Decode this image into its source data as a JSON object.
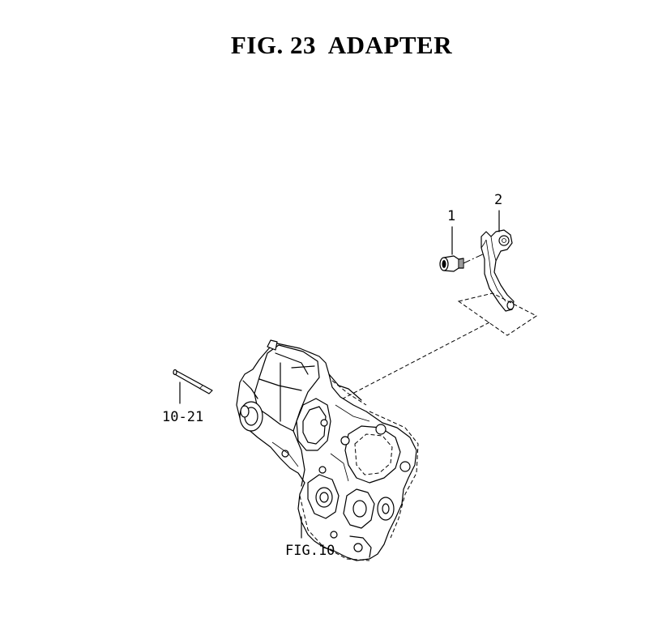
{
  "figure": {
    "number_label": "FIG. 23",
    "name": "ADAPTER"
  },
  "callouts": {
    "part_1": "1",
    "part_2": "2",
    "part_10_21": "10-21",
    "ref_fig_10": "FIG.10"
  }
}
